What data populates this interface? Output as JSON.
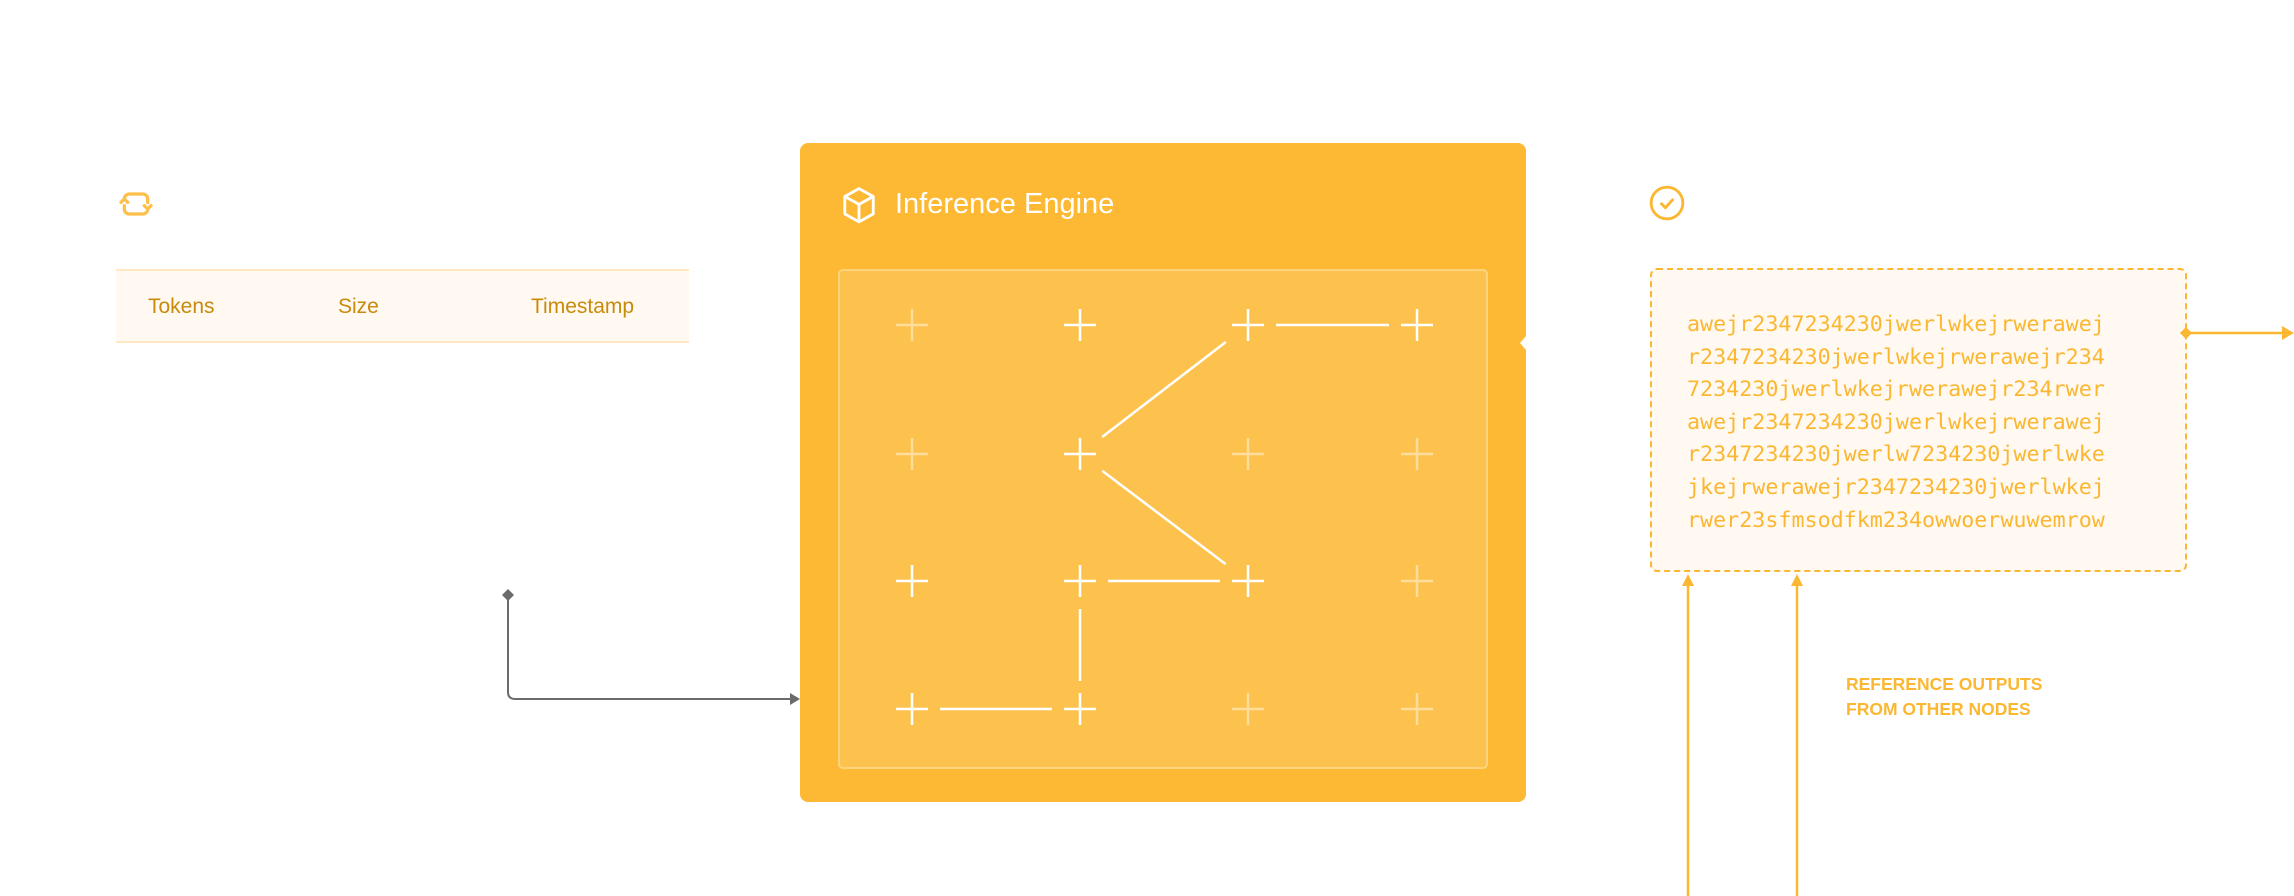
{
  "input_table": {
    "icon": "refresh-icon",
    "columns": [
      "Tokens",
      "Size",
      "Timestamp"
    ]
  },
  "engine": {
    "icon": "cube-icon",
    "title": "Inference Engine",
    "color": "#fdb933",
    "nodes": [
      [
        false,
        true,
        true,
        true
      ],
      [
        false,
        true,
        false,
        false
      ],
      [
        true,
        true,
        true,
        false
      ],
      [
        true,
        true,
        false,
        false
      ]
    ],
    "edges": [
      [
        [
          0,
          2
        ],
        [
          0,
          3
        ]
      ],
      [
        [
          1,
          1
        ],
        [
          0,
          2
        ]
      ],
      [
        [
          1,
          1
        ],
        [
          2,
          2
        ]
      ],
      [
        [
          2,
          1
        ],
        [
          2,
          2
        ]
      ],
      [
        [
          2,
          1
        ],
        [
          3,
          1
        ]
      ],
      [
        [
          3,
          0
        ],
        [
          3,
          1
        ]
      ]
    ]
  },
  "output": {
    "icon": "check-circle-icon",
    "lines": [
      "awejr2347234230jwerlwkejrwerawej",
      "r2347234230jwerlwkejrwerawejr234",
      "7234230jwerlwkejrwerawejr234rwer",
      "awejr2347234230jwerlwkejrwerawej",
      "r2347234230jwerlw7234230jwerlwke",
      "jkejrwerawejr2347234230jwerlwkej",
      "rwer23sfmsodfkm234owwoerwuwemrow"
    ],
    "color": "#fbb732"
  },
  "reference_label": {
    "line1": "REFERENCE OUTPUTS",
    "line2": "FROM OTHER NODES"
  }
}
